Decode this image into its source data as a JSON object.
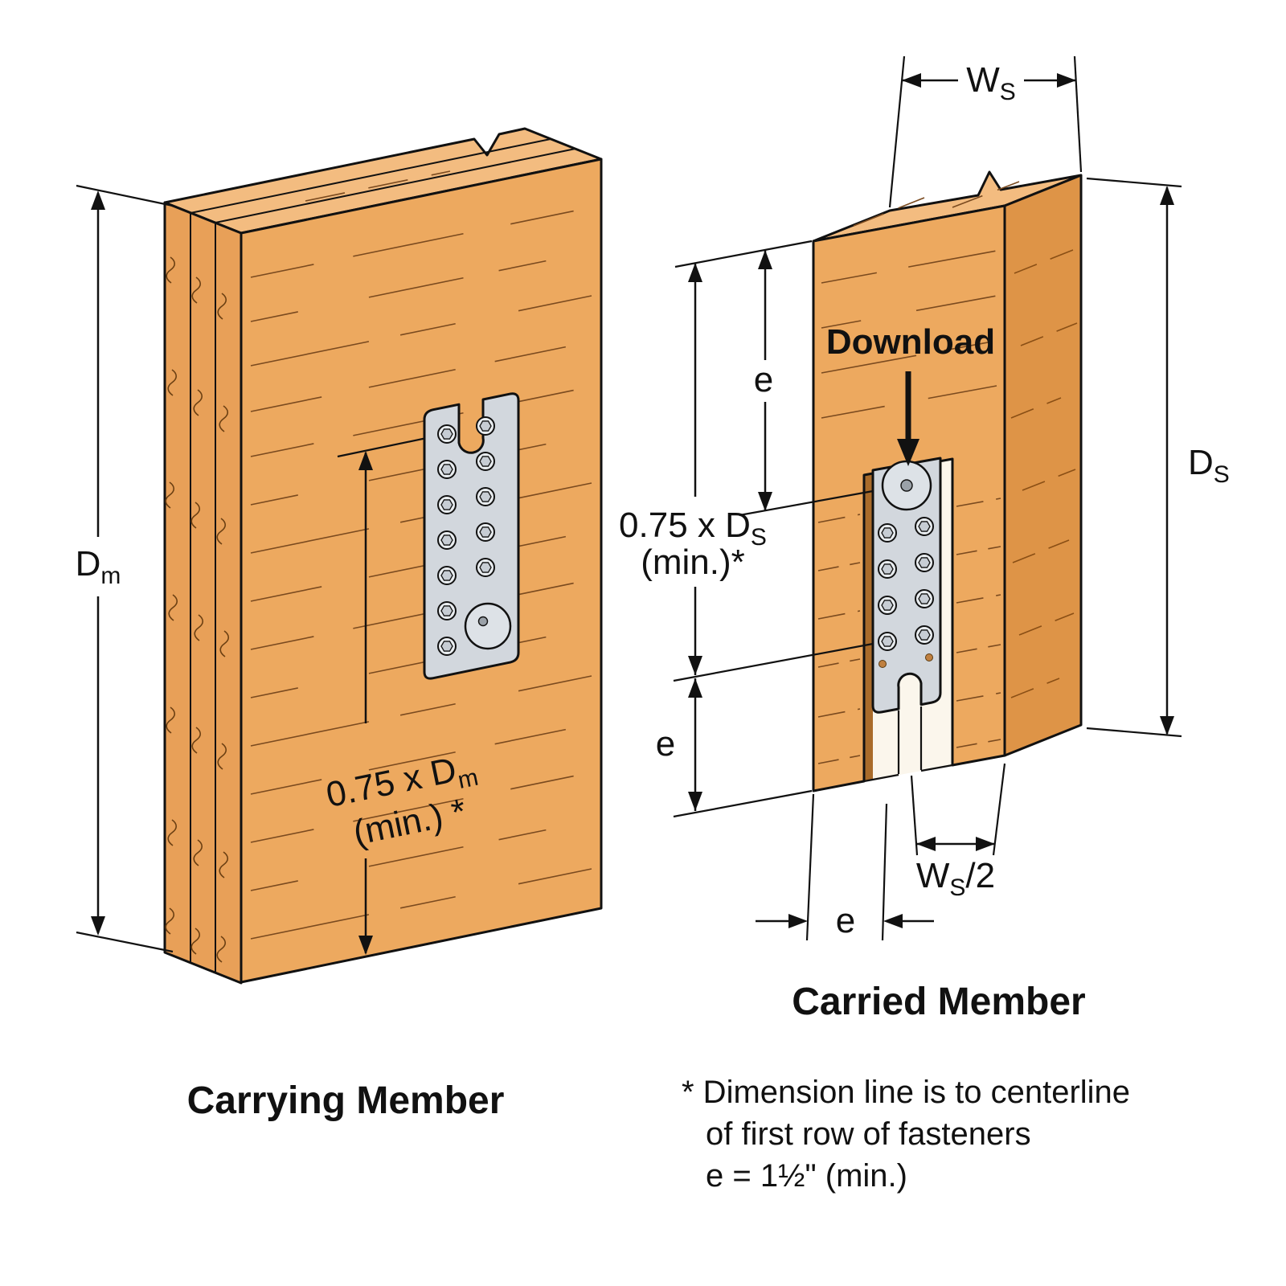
{
  "carrying_member": {
    "title": "Carrying Member",
    "depth_label": {
      "main": "D",
      "sub": "m"
    },
    "min_depth_label": {
      "line1_main": "0.75 x D",
      "line1_sub": "m",
      "line2": "(min.) *"
    }
  },
  "carried_member": {
    "title": "Carried Member",
    "download_label": "Download",
    "width_label": {
      "main": "W",
      "sub": "S"
    },
    "depth_label": {
      "main": "D",
      "sub": "S"
    },
    "min_depth_label": {
      "line1_main": "0.75 x D",
      "line1_sub": "S",
      "line2": "(min.)*"
    },
    "half_width_label": {
      "main": "W",
      "sub": "S",
      "suffix": "/2"
    },
    "edge_top_label": "e",
    "edge_left_label": "e",
    "edge_bottom_label": "e"
  },
  "footnote": {
    "line1": "* Dimension line is to centerline",
    "line2": "of first row of fasteners",
    "line3": "e = 1½\" (min.)"
  },
  "colors": {
    "wood_front": "#EDA95F",
    "wood_top": "#F3BC80",
    "wood_side": "#DE9447",
    "wood_end": "#E8A058",
    "slot_bg": "#FBF6EC",
    "slot_wall": "#A96B2A",
    "steel": "#D2D7DD",
    "steel_light": "#DDE2E7",
    "line": "#111111"
  }
}
